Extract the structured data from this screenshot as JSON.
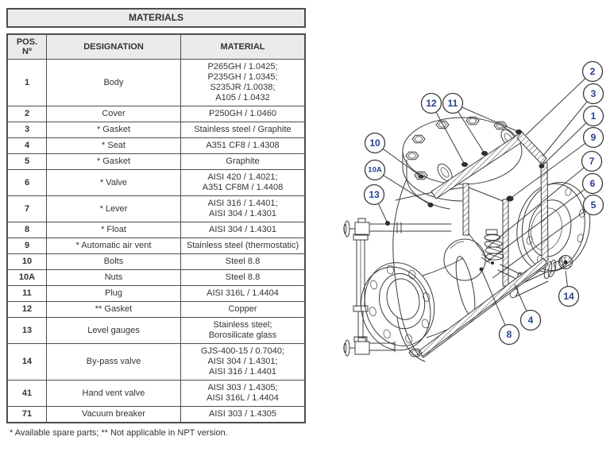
{
  "table": {
    "title": "MATERIALS",
    "headers": {
      "pos_line1": "POS.",
      "pos_line2": "Nº",
      "designation": "DESIGNATION",
      "material": "MATERIAL"
    },
    "rows": [
      {
        "pos": "1",
        "designation": "Body",
        "material": [
          "P265GH / 1.0425;",
          "P235GH / 1.0345;",
          "S235JR /1.0038;",
          "A105 / 1.0432"
        ]
      },
      {
        "pos": "2",
        "designation": "Cover",
        "material": [
          "P250GH / 1.0460"
        ]
      },
      {
        "pos": "3",
        "designation": "* Gasket",
        "material": [
          "Stainless steel / Graphite"
        ]
      },
      {
        "pos": "4",
        "designation": "* Seat",
        "material": [
          "A351 CF8 / 1.4308"
        ]
      },
      {
        "pos": "5",
        "designation": "* Gasket",
        "material": [
          "Graphite"
        ]
      },
      {
        "pos": "6",
        "designation": "* Valve",
        "material": [
          "AISI 420 / 1.4021;",
          "A351 CF8M / 1.4408"
        ]
      },
      {
        "pos": "7",
        "designation": "* Lever",
        "material": [
          "AISI 316 / 1.4401;",
          "AISI 304 / 1.4301"
        ]
      },
      {
        "pos": "8",
        "designation": "* Float",
        "material": [
          "AISI 304 / 1.4301"
        ]
      },
      {
        "pos": "9",
        "designation": "* Automatic air vent",
        "material": [
          "Stainless steel (thermostatic)"
        ]
      },
      {
        "pos": "10",
        "designation": "Bolts",
        "material": [
          "Steel 8.8"
        ]
      },
      {
        "pos": "10A",
        "designation": "Nuts",
        "material": [
          "Steel 8.8"
        ]
      },
      {
        "pos": "11",
        "designation": "Plug",
        "material": [
          "AISI 316L / 1.4404"
        ]
      },
      {
        "pos": "12",
        "designation": "** Gasket",
        "material": [
          "Copper"
        ]
      },
      {
        "pos": "13",
        "designation": "Level gauges",
        "material": [
          "Stainless steel;",
          "Borosilicate glass"
        ]
      },
      {
        "pos": "14",
        "designation": "By-pass valve",
        "material": [
          "GJS-400-15 / 0.7040;",
          "AISI 304 / 1.4301;",
          "AISI 316 / 1.4401"
        ]
      },
      {
        "pos": "41",
        "designation": "Hand vent valve",
        "material": [
          "AISI 303 / 1.4305;",
          "AISI 316L / 1.4404"
        ]
      },
      {
        "pos": "71",
        "designation": "Vacuum breaker",
        "material": [
          "AISI 303 / 1.4305"
        ]
      }
    ],
    "footnote": "* Available spare parts; ** Not applicable in NPT version."
  },
  "diagram": {
    "description": "cutaway-isometric-view-float-trap-assembly",
    "callouts": [
      "2",
      "3",
      "1",
      "9",
      "7",
      "6",
      "5",
      "12",
      "11",
      "10",
      "10A",
      "13",
      "14",
      "4",
      "8"
    ]
  },
  "colors": {
    "callout_number": "#26408f",
    "table_header_bg": "#ebebeb",
    "line_color": "#3c3c3c",
    "text_color": "#333333"
  }
}
